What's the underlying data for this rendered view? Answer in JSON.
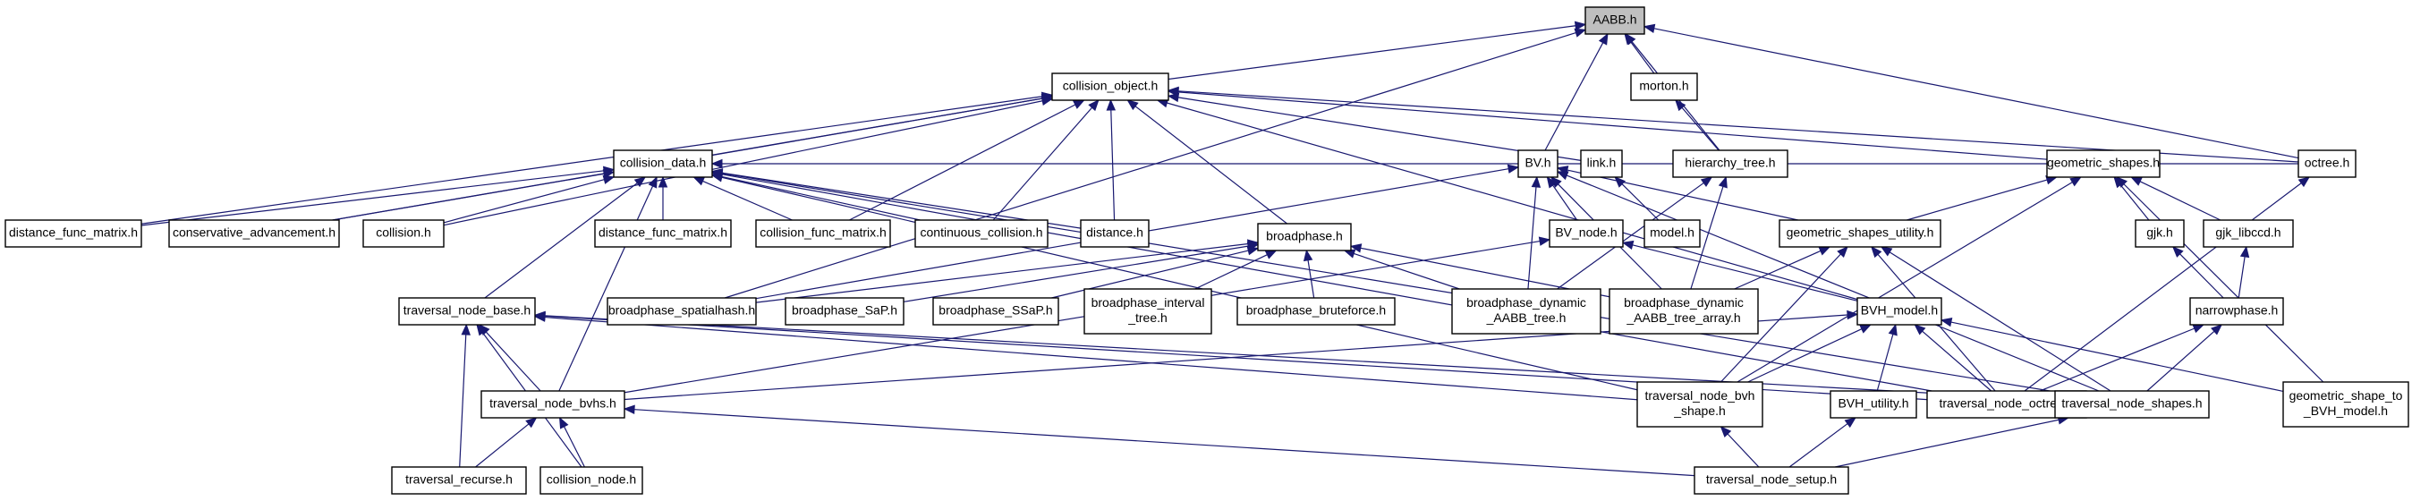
{
  "colors": {
    "edge": "#191970",
    "node_border": "#000000",
    "root_fill": "#bfbfbf",
    "node_fill": "#ffffff"
  },
  "nodes": [
    {
      "id": "aabb",
      "label": [
        "AABB.h"
      ],
      "root": true
    },
    {
      "id": "collision_object",
      "label": [
        "collision_object.h"
      ]
    },
    {
      "id": "morton",
      "label": [
        "morton.h"
      ]
    },
    {
      "id": "collision_data",
      "label": [
        "collision_data.h"
      ]
    },
    {
      "id": "bv",
      "label": [
        "BV.h"
      ]
    },
    {
      "id": "link",
      "label": [
        "link.h"
      ]
    },
    {
      "id": "hierarchy_tree",
      "label": [
        "hierarchy_tree.h"
      ]
    },
    {
      "id": "geometric_shapes",
      "label": [
        "geometric_shapes.h"
      ]
    },
    {
      "id": "octree",
      "label": [
        "octree.h"
      ]
    },
    {
      "id": "distance_func_matrix_1",
      "label": [
        "distance_func_matrix.h"
      ]
    },
    {
      "id": "conservative_advancement",
      "label": [
        "conservative_advancement.h"
      ]
    },
    {
      "id": "collision",
      "label": [
        "collision.h"
      ]
    },
    {
      "id": "distance_func_matrix_2",
      "label": [
        "distance_func_matrix.h"
      ]
    },
    {
      "id": "collision_func_matrix",
      "label": [
        "collision_func_matrix.h"
      ]
    },
    {
      "id": "continuous_collision",
      "label": [
        "continuous_collision.h"
      ]
    },
    {
      "id": "distance",
      "label": [
        "distance.h"
      ]
    },
    {
      "id": "bv_node",
      "label": [
        "BV_node.h"
      ]
    },
    {
      "id": "model",
      "label": [
        "model.h"
      ]
    },
    {
      "id": "geometric_shapes_utility",
      "label": [
        "geometric_shapes_utility.h"
      ]
    },
    {
      "id": "gjk",
      "label": [
        "gjk.h"
      ]
    },
    {
      "id": "gjk_libccd",
      "label": [
        "gjk_libccd.h"
      ]
    },
    {
      "id": "broadphase",
      "label": [
        "broadphase.h"
      ]
    },
    {
      "id": "traversal_node_base",
      "label": [
        "traversal_node_base.h"
      ]
    },
    {
      "id": "broadphase_spatialhash",
      "label": [
        "broadphase_spatialhash.h"
      ]
    },
    {
      "id": "broadphase_sap",
      "label": [
        "broadphase_SaP.h"
      ]
    },
    {
      "id": "broadphase_ssap",
      "label": [
        "broadphase_SSaP.h"
      ]
    },
    {
      "id": "broadphase_interval_tree",
      "label": [
        "broadphase_interval",
        "_tree.h"
      ]
    },
    {
      "id": "broadphase_bruteforce",
      "label": [
        "broadphase_bruteforce.h"
      ]
    },
    {
      "id": "broadphase_dynamic_aabb_tree",
      "label": [
        "broadphase_dynamic",
        "_AABB_tree.h"
      ]
    },
    {
      "id": "broadphase_dynamic_aabb_tree_array",
      "label": [
        "broadphase_dynamic",
        "_AABB_tree_array.h"
      ]
    },
    {
      "id": "bvh_model",
      "label": [
        "BVH_model.h"
      ]
    },
    {
      "id": "narrowphase",
      "label": [
        "narrowphase.h"
      ]
    },
    {
      "id": "traversal_node_bvhs",
      "label": [
        "traversal_node_bvhs.h"
      ]
    },
    {
      "id": "traversal_node_bvh_shape",
      "label": [
        "traversal_node_bvh",
        "_shape.h"
      ]
    },
    {
      "id": "bvh_utility",
      "label": [
        "BVH_utility.h"
      ]
    },
    {
      "id": "traversal_node_octree",
      "label": [
        "traversal_node_octree.h"
      ]
    },
    {
      "id": "traversal_node_shapes",
      "label": [
        "traversal_node_shapes.h"
      ]
    },
    {
      "id": "geometric_shape_to_bvh_model",
      "label": [
        "geometric_shape_to",
        "_BVH_model.h"
      ]
    },
    {
      "id": "traversal_recurse",
      "label": [
        "traversal_recurse.h"
      ]
    },
    {
      "id": "collision_node",
      "label": [
        "collision_node.h"
      ]
    },
    {
      "id": "traversal_node_setup",
      "label": [
        "traversal_node_setup.h"
      ]
    }
  ],
  "edges": [
    [
      "collision_object",
      "aabb"
    ],
    [
      "morton",
      "aabb"
    ],
    [
      "bv",
      "aabb"
    ],
    [
      "hierarchy_tree",
      "aabb"
    ],
    [
      "octree",
      "aabb"
    ],
    [
      "broadphase_spatialhash",
      "aabb"
    ],
    [
      "collision_data",
      "collision_object"
    ],
    [
      "link",
      "collision_object"
    ],
    [
      "geometric_shapes",
      "collision_object"
    ],
    [
      "octree",
      "collision_object"
    ],
    [
      "distance_func_matrix_1",
      "collision_object"
    ],
    [
      "conservative_advancement",
      "collision_object"
    ],
    [
      "collision",
      "collision_object"
    ],
    [
      "collision_func_matrix",
      "collision_object"
    ],
    [
      "continuous_collision",
      "collision_object"
    ],
    [
      "distance",
      "collision_object"
    ],
    [
      "broadphase",
      "collision_object"
    ],
    [
      "bvh_model",
      "collision_object"
    ],
    [
      "hierarchy_tree",
      "morton"
    ],
    [
      "distance_func_matrix_1",
      "collision_data"
    ],
    [
      "conservative_advancement",
      "collision_data"
    ],
    [
      "collision",
      "collision_data"
    ],
    [
      "distance_func_matrix_2",
      "collision_data"
    ],
    [
      "collision_func_matrix",
      "collision_data"
    ],
    [
      "continuous_collision",
      "collision_data"
    ],
    [
      "distance",
      "collision_data"
    ],
    [
      "traversal_node_base",
      "collision_data"
    ],
    [
      "traversal_node_bvhs",
      "collision_data"
    ],
    [
      "traversal_node_octree",
      "collision_data"
    ],
    [
      "traversal_node_shapes",
      "collision_data"
    ],
    [
      "octree",
      "collision_data"
    ],
    [
      "traversal_node_bvh_shape",
      "collision_data"
    ],
    [
      "bv_node",
      "bv"
    ],
    [
      "geometric_shapes_utility",
      "bv"
    ],
    [
      "broadphase_dynamic_aabb_tree",
      "bv"
    ],
    [
      "traversal_node_shapes",
      "bv"
    ],
    [
      "broadphase_spatialhash",
      "bv"
    ],
    [
      "broadphase_dynamic_aabb_tree_array",
      "bv"
    ],
    [
      "model",
      "link"
    ],
    [
      "broadphase_dynamic_aabb_tree",
      "hierarchy_tree"
    ],
    [
      "broadphase_dynamic_aabb_tree_array",
      "hierarchy_tree"
    ],
    [
      "geometric_shapes_utility",
      "geometric_shapes"
    ],
    [
      "gjk",
      "geometric_shapes"
    ],
    [
      "gjk_libccd",
      "geometric_shapes"
    ],
    [
      "geometric_shape_to_bvh_model",
      "geometric_shapes"
    ],
    [
      "traversal_node_bvh_shape",
      "geometric_shapes"
    ],
    [
      "traversal_node_octree",
      "octree"
    ],
    [
      "bvh_model",
      "bv_node"
    ],
    [
      "traversal_node_bvhs",
      "bv_node"
    ],
    [
      "broadphase_dynamic_aabb_tree_array",
      "geometric_shapes_utility"
    ],
    [
      "traversal_node_bvh_shape",
      "geometric_shapes_utility"
    ],
    [
      "traversal_node_shapes",
      "geometric_shapes_utility"
    ],
    [
      "traversal_node_octree",
      "geometric_shapes_utility"
    ],
    [
      "narrowphase",
      "gjk"
    ],
    [
      "narrowphase",
      "gjk_libccd"
    ],
    [
      "broadphase_spatialhash",
      "broadphase"
    ],
    [
      "broadphase_sap",
      "broadphase"
    ],
    [
      "broadphase_ssap",
      "broadphase"
    ],
    [
      "broadphase_interval_tree",
      "broadphase"
    ],
    [
      "broadphase_bruteforce",
      "broadphase"
    ],
    [
      "broadphase_dynamic_aabb_tree",
      "broadphase"
    ],
    [
      "broadphase_dynamic_aabb_tree_array",
      "broadphase"
    ],
    [
      "traversal_node_bvhs",
      "traversal_node_base"
    ],
    [
      "traversal_node_bvh_shape",
      "traversal_node_base"
    ],
    [
      "traversal_node_octree",
      "traversal_node_base"
    ],
    [
      "traversal_node_shapes",
      "traversal_node_base"
    ],
    [
      "traversal_recurse",
      "traversal_node_base"
    ],
    [
      "collision_node",
      "traversal_node_base"
    ],
    [
      "traversal_node_bvhs",
      "bvh_model"
    ],
    [
      "traversal_node_bvh_shape",
      "bvh_model"
    ],
    [
      "bvh_utility",
      "bvh_model"
    ],
    [
      "traversal_node_octree",
      "bvh_model"
    ],
    [
      "geometric_shape_to_bvh_model",
      "bvh_model"
    ],
    [
      "traversal_node_shapes",
      "narrowphase"
    ],
    [
      "traversal_node_octree",
      "narrowphase"
    ],
    [
      "traversal_recurse",
      "traversal_node_bvhs"
    ],
    [
      "collision_node",
      "traversal_node_bvhs"
    ],
    [
      "traversal_node_setup",
      "traversal_node_bvhs"
    ],
    [
      "traversal_node_setup",
      "traversal_node_bvh_shape"
    ],
    [
      "traversal_node_setup",
      "bvh_utility"
    ],
    [
      "traversal_node_setup",
      "traversal_node_shapes"
    ]
  ]
}
